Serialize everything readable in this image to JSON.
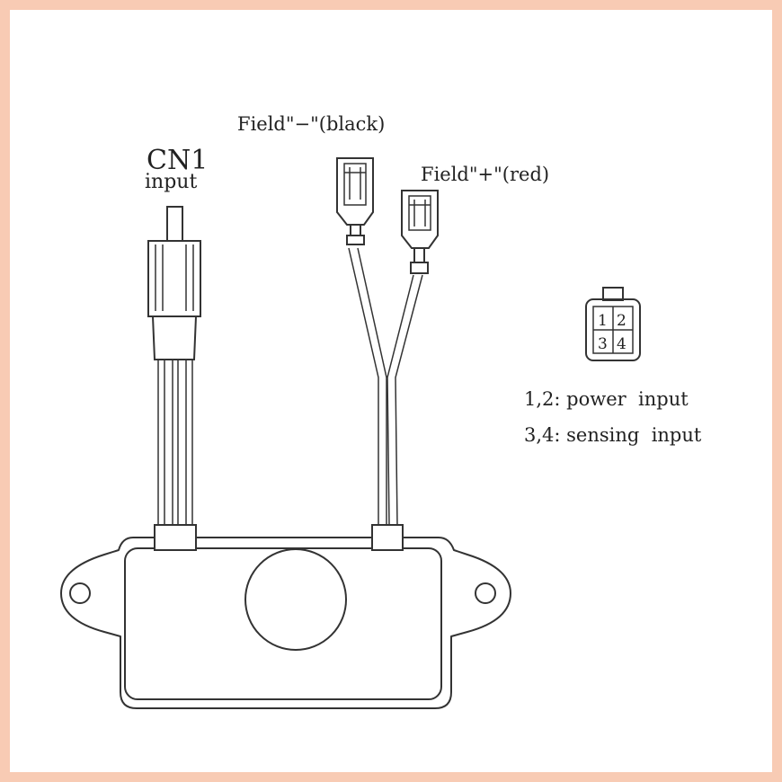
{
  "colors": {
    "border": "#f8cbb4",
    "background": "#ffffff",
    "ink": "#333333"
  },
  "labels": {
    "cn1": "CN1",
    "cn1_sub": "input",
    "field_neg": "Field\"−\"(black)",
    "field_pos": "Field\"+\"(red)",
    "pin1": "1",
    "pin2": "2",
    "pin3": "3",
    "pin4": "4",
    "legend_line1": "1,2: power  input",
    "legend_line2": "3,4: sensing  input"
  }
}
